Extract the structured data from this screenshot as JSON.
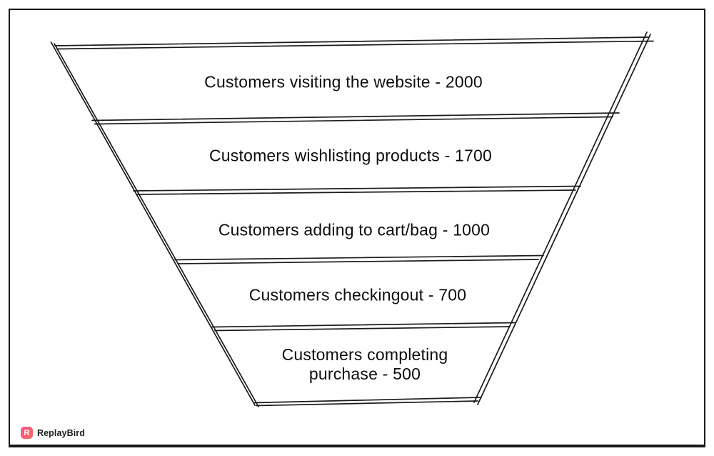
{
  "colors": {
    "background": "#ffffff",
    "line_stroke": "#1b1b1b",
    "text": "#0d0d0d",
    "logo_gradient_start": "#f7578c",
    "logo_gradient_end": "#f4695e"
  },
  "chart_data": {
    "type": "funnel",
    "title": "",
    "orientation": "top-wide-to-bottom-narrow",
    "style": "hand-drawn sketch, double strokes, white fill",
    "stages": [
      {
        "label": "Customers visiting the website",
        "value": 2000,
        "display": "Customers visiting the website - 2000"
      },
      {
        "label": "Customers wishlisting products",
        "value": 1700,
        "display": "Customers wishlisting products - 1700"
      },
      {
        "label": "Customers adding to cart/bag",
        "value": 1000,
        "display": "Customers adding to cart/bag - 1000"
      },
      {
        "label": "Customers checkingout",
        "value": 700,
        "display": "Customers checkingout - 700"
      },
      {
        "label": "Customers completing purchase",
        "value": 500,
        "display": "Customers completing purchase - 500"
      }
    ]
  },
  "watermark": {
    "icon_letter": "R",
    "label": "ReplayBird"
  }
}
